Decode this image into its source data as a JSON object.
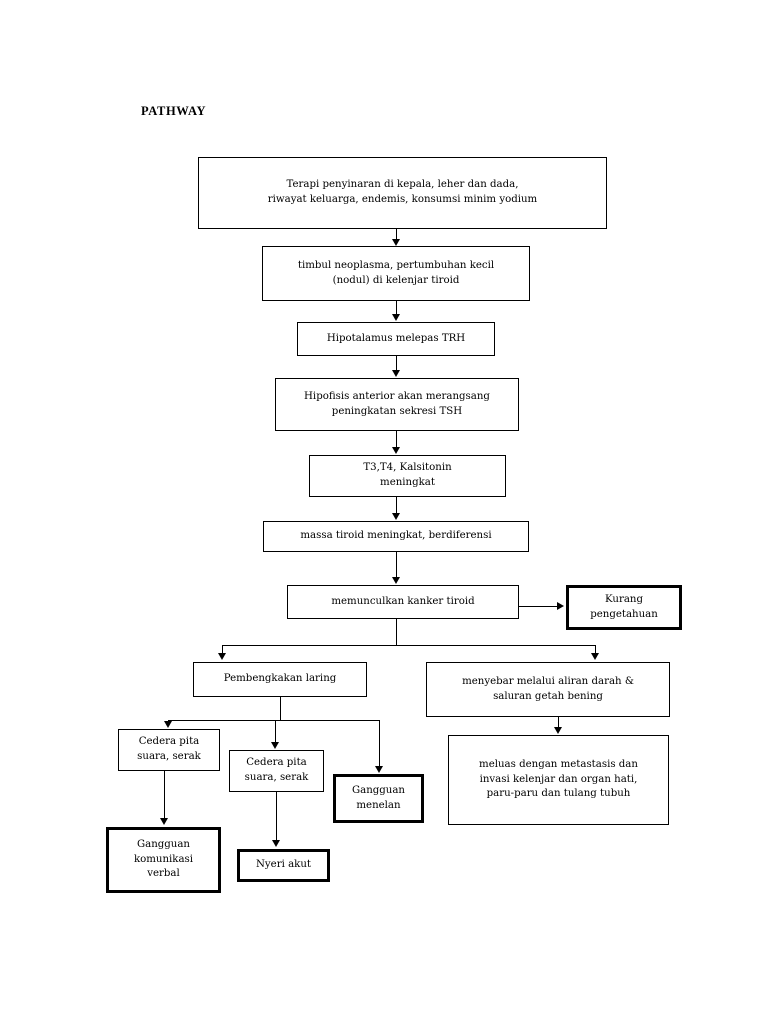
{
  "page": {
    "heading": "PATHWAY",
    "background_color": "#ffffff",
    "line_color": "#000000"
  },
  "diagram": {
    "type": "flowchart",
    "orientation": "top-down",
    "nodes": [
      {
        "id": "n1",
        "label": "Terapi penyinaran di kepala, leher dan dada,\nriwayat keluarga, endemis, konsumsi minim yodium",
        "emphasis": "normal"
      },
      {
        "id": "n2",
        "label": "timbul neoplasma, pertumbuhan kecil\n(nodul) di kelenjar tiroid",
        "emphasis": "normal"
      },
      {
        "id": "n3",
        "label": "Hipotalamus melepas TRH",
        "emphasis": "normal"
      },
      {
        "id": "n4",
        "label": "Hipofisis anterior akan merangsang\npeningkatan sekresi TSH",
        "emphasis": "normal"
      },
      {
        "id": "n5",
        "label": "T3,T4, Kalsitonin\nmeningkat",
        "emphasis": "normal"
      },
      {
        "id": "n6",
        "label": "massa tiroid meningkat, berdiferensi",
        "emphasis": "normal"
      },
      {
        "id": "n7",
        "label": "memunculkan kanker tiroid",
        "emphasis": "normal"
      },
      {
        "id": "n8",
        "label": "Kurang\npengetahuan",
        "emphasis": "thick"
      },
      {
        "id": "n9",
        "label": "Pembengkakan laring",
        "emphasis": "normal"
      },
      {
        "id": "n10",
        "label": "menyebar melalui aliran darah &\nsaluran getah bening",
        "emphasis": "normal"
      },
      {
        "id": "n11",
        "label": "Cedera pita\nsuara, serak",
        "emphasis": "normal"
      },
      {
        "id": "n12",
        "label": "Cedera pita\nsuara, serak",
        "emphasis": "normal"
      },
      {
        "id": "n13",
        "label": "Gangguan\nmenelan",
        "emphasis": "thick"
      },
      {
        "id": "n14",
        "label": "meluas dengan metastasis dan\ninvasi kelenjar dan organ hati,\nparu-paru dan tulang tubuh",
        "emphasis": "normal"
      },
      {
        "id": "n15",
        "label": "Gangguan\nkomunikasi\nverbal",
        "emphasis": "thick"
      },
      {
        "id": "n16",
        "label": "Nyeri akut",
        "emphasis": "thick"
      }
    ],
    "edges": [
      {
        "from": "n1",
        "to": "n2"
      },
      {
        "from": "n2",
        "to": "n3"
      },
      {
        "from": "n3",
        "to": "n4"
      },
      {
        "from": "n4",
        "to": "n5"
      },
      {
        "from": "n5",
        "to": "n6"
      },
      {
        "from": "n6",
        "to": "n7"
      },
      {
        "from": "n7",
        "to": "n8"
      },
      {
        "from": "n7",
        "to": "n9"
      },
      {
        "from": "n7",
        "to": "n10"
      },
      {
        "from": "n9",
        "to": "n11"
      },
      {
        "from": "n9",
        "to": "n12"
      },
      {
        "from": "n9",
        "to": "n13"
      },
      {
        "from": "n10",
        "to": "n14"
      },
      {
        "from": "n11",
        "to": "n15"
      },
      {
        "from": "n12",
        "to": "n16"
      }
    ]
  }
}
